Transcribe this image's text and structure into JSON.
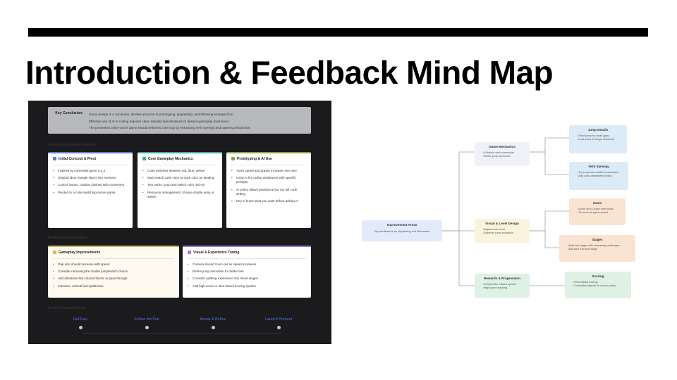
{
  "slide": {
    "title": "Introduction & Feedback Mind Map"
  },
  "screenshot": {
    "conclusion": {
      "label": "Key Conclusion:",
      "lines": [
        "Game design is a non-linear, iterative process of prototyping, playtesting, and following emergent fun.",
        "Effective use of AI in coding requires clear, detailed specifications of desired gameplay mechanics.",
        "The presented color-runner game should refine its core loop by enhancing verb synergy and camera perspective."
      ]
    },
    "section1_heading": "Introduction & Game Overview",
    "section2_heading": "Feedback & Suggestions",
    "section3_heading": "Iterative Design Process",
    "cards_top": [
      {
        "title": "Initial Concept & Pivot",
        "icon": "lightbulb-icon",
        "items": [
          "Inspired by minimalist game 0,3,4",
          "Original idea: triangle slams into enemies",
          "Control issues: rotation clashed with movement",
          "Pivoted to a color-switching runner game"
        ]
      },
      {
        "title": "Core Gameplay Mechanics",
        "icon": "gamepad-icon",
        "items": [
          "Cube switches between red, blue, yellow",
          "Must match cube color to track color on landing",
          "Two verbs: jump and switch color mid-air",
          "Resource management: choose double jump or switch"
        ]
      },
      {
        "title": "Prototyping & AI Use",
        "icon": "flask-icon",
        "items": [
          "Track speed and gravity increase over time",
          "Used AI for coding assistance with specific prompts",
          "AI policy allows assistance but not full code writing",
          "Key to know what you want before asking AI"
        ]
      }
    ],
    "cards_bottom": [
      {
        "title": "Gameplay Improvements",
        "icon": "grid-icon",
        "items": [
          "Gap size should increase with speed",
          "Consider removing the double jump/switch choice",
          "Add obstacles like colored blocks to pass through",
          "Introduce vertical level platforms"
        ]
      },
      {
        "title": "Visual & Experience Tuning",
        "icon": "eye-icon",
        "items": [
          "Camera should zoom out as speed increases",
          "Refine jump animation for better feel",
          "Consider splitting experience into timed stages",
          "Add high score or time-based scoring system"
        ]
      }
    ],
    "timeline": [
      "Fail Fast",
      "Follow the Fun",
      "Iterate & Refine",
      "Launch Product"
    ]
  },
  "mindmap": {
    "root": {
      "title": "Improvement Areas",
      "subtitle": "Key feedback from playtesting and discussion",
      "color": "#e3ebfb"
    },
    "branches": [
      {
        "title": "Game Mechanics",
        "color": "#eef1f6",
        "bullets": [
          "Enhance verb connection",
          "Refine jump dynamics"
        ],
        "children": [
          {
            "title": "Jump Details",
            "color": "#dcebf7",
            "bullets": [
              "Short jump for small gaps",
              "Look jump for larger distances"
            ]
          },
          {
            "title": "Verb Synergy",
            "color": "#dcebf7",
            "bullets": [
              "Tie jump/color switch to obstacles",
              "Add color-dependent blocks"
            ]
          }
        ]
      },
      {
        "title": "Visual & Level Design",
        "color": "#fbf4dc",
        "bullets": [
          "Adjust zoom level",
          "Optimize jump animation"
        ],
        "children": [
          {
            "title": "Zoom",
            "color": "#fbe3d2",
            "bullets": [
              "Zoom out to show more track",
              "Tie zoom to game speed"
            ]
          },
          {
            "title": "Stages",
            "color": "#fbe3d2",
            "bullets": [
              "Split into stages with increasing challenges",
              "Add time trial final stage"
            ]
          }
        ]
      },
      {
        "title": "Rewards & Progression",
        "color": "#dff1e4",
        "bullets": [
          "Compel like reward system",
          "High-score tracking"
        ],
        "children": [
          {
            "title": "Scoring",
            "color": "#dff1e4",
            "bullets": [
              "Time-based scoring",
              "Collectible objects for bonus points"
            ]
          }
        ]
      }
    ],
    "line_color": "#9aa3ad"
  }
}
